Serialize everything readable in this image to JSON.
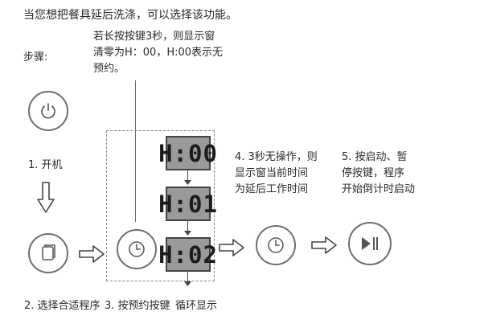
{
  "intro": "当您想把餐具延后洗涤，可以选择该功能。",
  "steps_title": "步骤:",
  "note_lines": [
    "若长按按键3秒，则显示窗",
    "清零为H：00，H:00表示无",
    "预约。"
  ],
  "steps": {
    "s1": "1. 开机",
    "s2": "2. 选择合适程序",
    "s3": "3. 按预约按键",
    "s3_loop": "循环显示",
    "s4_lines": [
      "4. 3秒无操作，则",
      "显示窗当前时间",
      "为延后工作时间"
    ],
    "s5_lines": [
      "5. 按启动、暂",
      "停按键，程序",
      "开始倒计时启动"
    ]
  },
  "displays": [
    "H:00",
    "H:01",
    "H:02"
  ],
  "icons": {
    "power": "power-icon",
    "program": "program-stack-icon",
    "clock": "clock-icon",
    "play_pause": "play-pause-icon",
    "arrow": "hollow-arrow-icon"
  },
  "colors": {
    "text": "#2a2a2a",
    "outline": "#6e6e6e",
    "lcd_bg": "#9a9a9a"
  }
}
